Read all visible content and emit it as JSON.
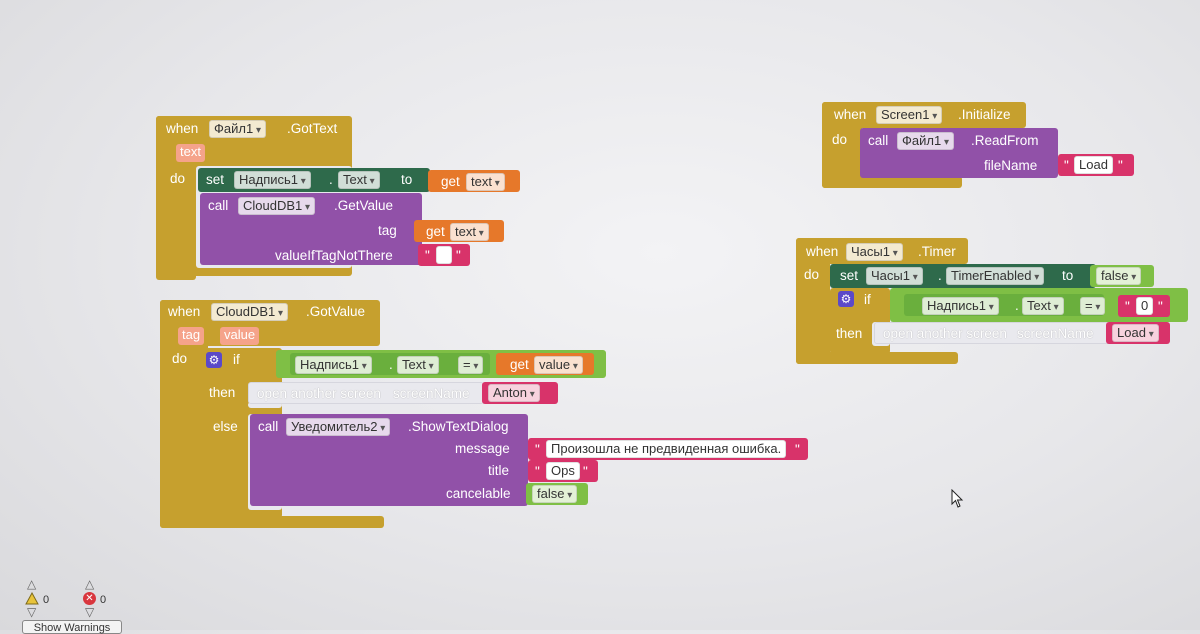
{
  "blocks": {
    "file_gottext": {
      "when": "when",
      "component": "Файл1",
      "event": ".GotText",
      "param": "text",
      "do": "do",
      "set": {
        "set": "set",
        "component": "Надпись1",
        "prop": "Text",
        "to": "to",
        "get": "get",
        "var": "text"
      },
      "call": {
        "call": "call",
        "component": "CloudDB1",
        "method": ".GetValue",
        "tag_label": "tag",
        "tag_get": "get",
        "tag_var": "text",
        "default_label": "valueIfTagNotThere"
      }
    },
    "cloud_gotvalue": {
      "when": "when",
      "component": "CloudDB1",
      "event": ".GotValue",
      "param_tag": "tag",
      "param_value": "value",
      "do": "do",
      "if": "if",
      "comp_component": "Надпись1",
      "comp_prop": "Text",
      "op": "=",
      "get": "get",
      "var": "value",
      "then": "then",
      "open_screen": "open another screen",
      "screenName_label": "screenName",
      "screen_value": "Anton",
      "else": "else",
      "dialog": {
        "call": "call",
        "component": "Уведомитель2",
        "method": ".ShowTextDialog",
        "message_label": "message",
        "message": "Произошла не предвиденная ошибка.",
        "title_label": "title",
        "title": "Ops",
        "cancelable_label": "cancelable",
        "cancelable": "false"
      }
    },
    "screen_init": {
      "when": "when",
      "component": "Screen1",
      "event": ".Initialize",
      "do": "do",
      "call": "call",
      "call_component": "Файл1",
      "method": ".ReadFrom",
      "fileName_label": "fileName",
      "fileName": "Load"
    },
    "timer": {
      "when": "when",
      "component": "Часы1",
      "event": ".Timer",
      "do": "do",
      "set": "set",
      "set_component": "Часы1",
      "set_prop": "TimerEnabled",
      "to": "to",
      "to_value": "false",
      "if": "if",
      "comp_component": "Надпись1",
      "comp_prop": "Text",
      "op": "=",
      "comp_value": "0",
      "then": "then",
      "open_screen": "open another screen",
      "screenName_label": "screenName",
      "screen_value": "Load"
    }
  },
  "warnings": {
    "warning_count": "0",
    "error_count": "0",
    "show_warnings_label": "Show Warnings"
  },
  "colors": {
    "event": "#c6a02e",
    "procedure": "#9151a8",
    "setter": "#2e6a4b",
    "getter": "#e6782a",
    "string": "#d8336a",
    "logic": "#7fbf45"
  }
}
